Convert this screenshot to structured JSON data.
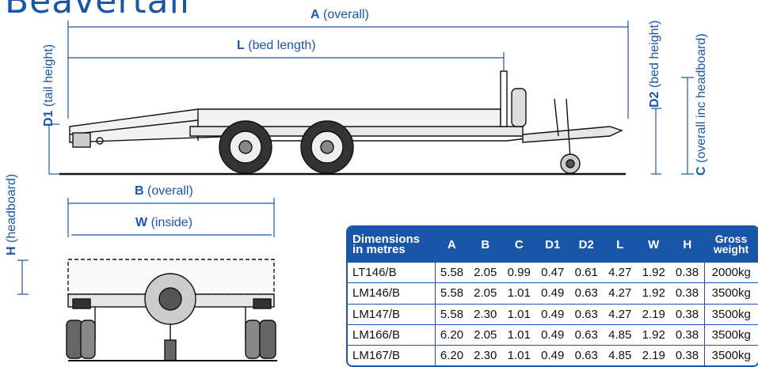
{
  "title": "Beavertail",
  "labels": {
    "a": {
      "letter": "A",
      "text": "(overall)"
    },
    "l": {
      "letter": "L",
      "text": "(bed length)"
    },
    "d1": {
      "letter": "D1",
      "text": "(tail height)"
    },
    "d2": {
      "letter": "D2",
      "text": "(bed height)"
    },
    "c": {
      "letter": "C",
      "text": "(overall inc headboard)"
    },
    "h": {
      "letter": "H",
      "text": "(headboard)"
    },
    "b": {
      "letter": "B",
      "text": "(overall)"
    },
    "w": {
      "letter": "W",
      "text": "(inside)"
    }
  },
  "table": {
    "header": {
      "dims_line1": "Dimensions",
      "dims_line2": "in metres",
      "cols": [
        "A",
        "B",
        "C",
        "D1",
        "D2",
        "L",
        "W",
        "H"
      ],
      "gw_line1": "Gross",
      "gw_line2": "weight"
    },
    "rows": [
      {
        "model": "LT146/B",
        "values": [
          "5.58",
          "2.05",
          "0.99",
          "0.47",
          "0.61",
          "4.27",
          "1.92",
          "0.38"
        ],
        "gw": "2000kg"
      },
      {
        "model": "LM146/B",
        "values": [
          "5.58",
          "2.05",
          "1.01",
          "0.49",
          "0.63",
          "4.27",
          "1.92",
          "0.38"
        ],
        "gw": "3500kg"
      },
      {
        "model": "LM147/B",
        "values": [
          "5.58",
          "2.30",
          "1.01",
          "0.49",
          "0.63",
          "4.27",
          "2.19",
          "0.38"
        ],
        "gw": "3500kg"
      },
      {
        "model": "LM166/B",
        "values": [
          "6.20",
          "2.05",
          "1.01",
          "0.49",
          "0.63",
          "4.85",
          "1.92",
          "0.38"
        ],
        "gw": "3500kg"
      },
      {
        "model": "LM167/B",
        "values": [
          "6.20",
          "2.30",
          "1.01",
          "0.49",
          "0.63",
          "4.85",
          "2.19",
          "0.38"
        ],
        "gw": "3500kg"
      }
    ]
  },
  "colors": {
    "brand": "#1a56a8",
    "line": "#111111"
  }
}
